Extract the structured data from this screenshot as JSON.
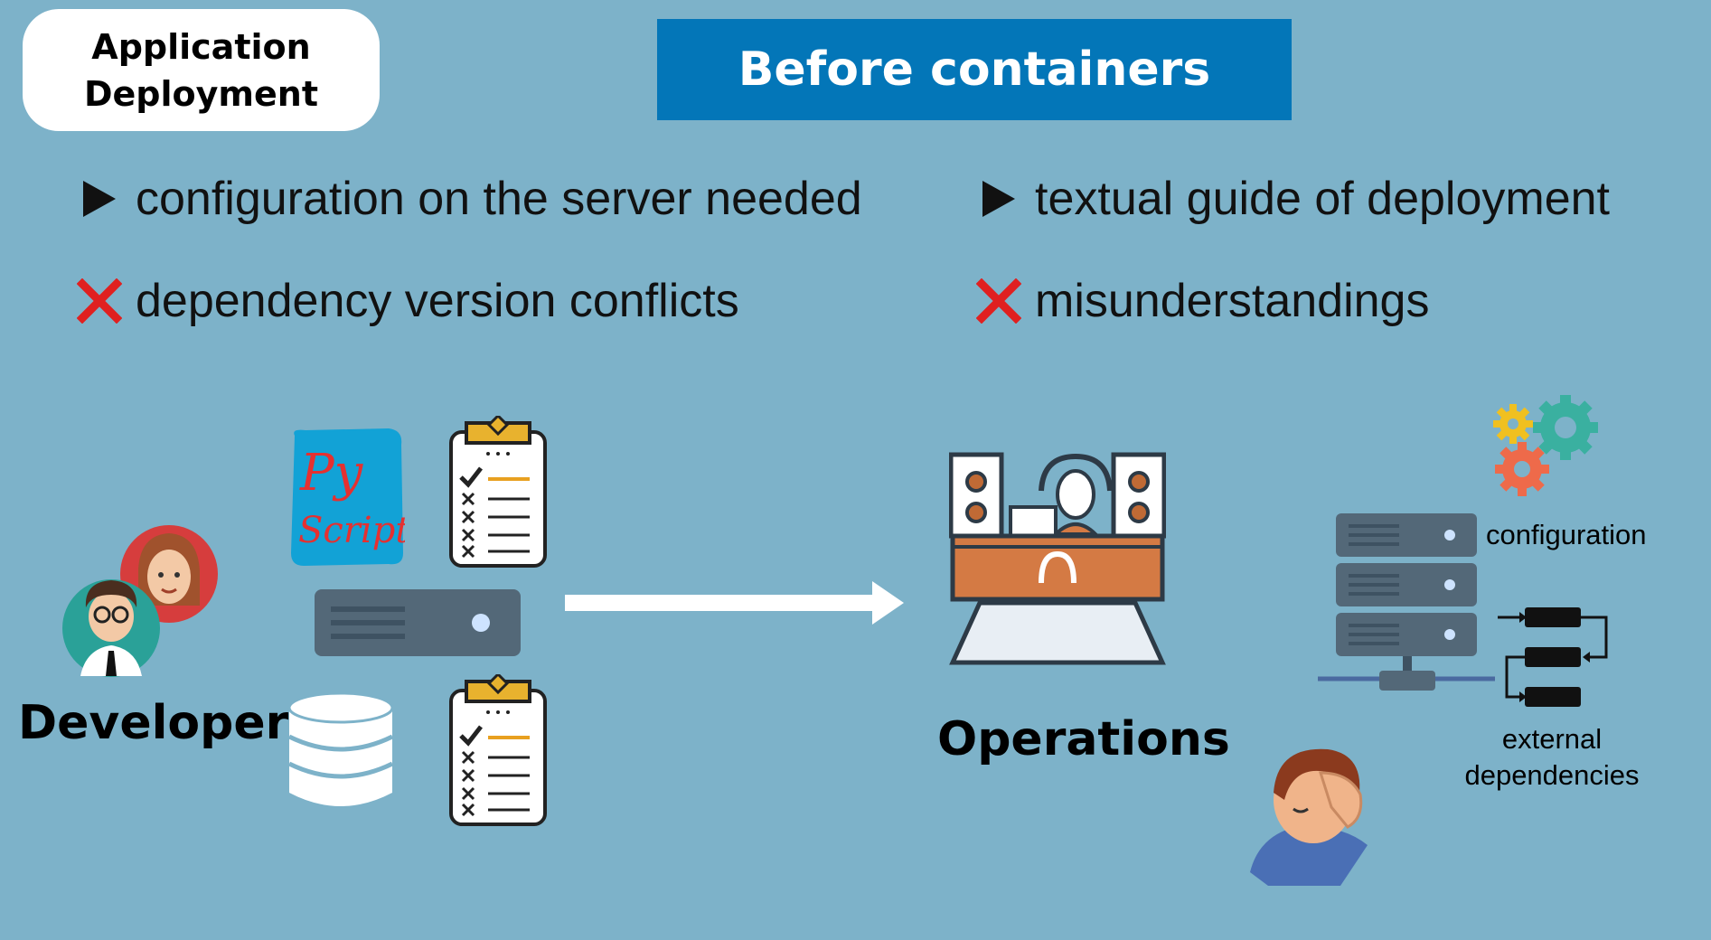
{
  "badge": {
    "line1": "Application",
    "line2": "Deployment"
  },
  "title": "Before containers",
  "bullets": {
    "left_arrow": "configuration on the server needed",
    "left_cross": "dependency version conflicts",
    "right_arrow": "textual guide of deployment",
    "right_cross": "misunderstandings"
  },
  "labels": {
    "developer": "Developer",
    "operations": "Operations",
    "configuration": "configuration",
    "external_line1": "external",
    "external_line2": "dependencies"
  },
  "script_note": {
    "line1": "Py",
    "line2": "Script"
  },
  "colors": {
    "background": "#7db2c9",
    "banner": "#0376b8",
    "cross": "#e02020",
    "server": "#536878",
    "desk": "#d47a44"
  }
}
